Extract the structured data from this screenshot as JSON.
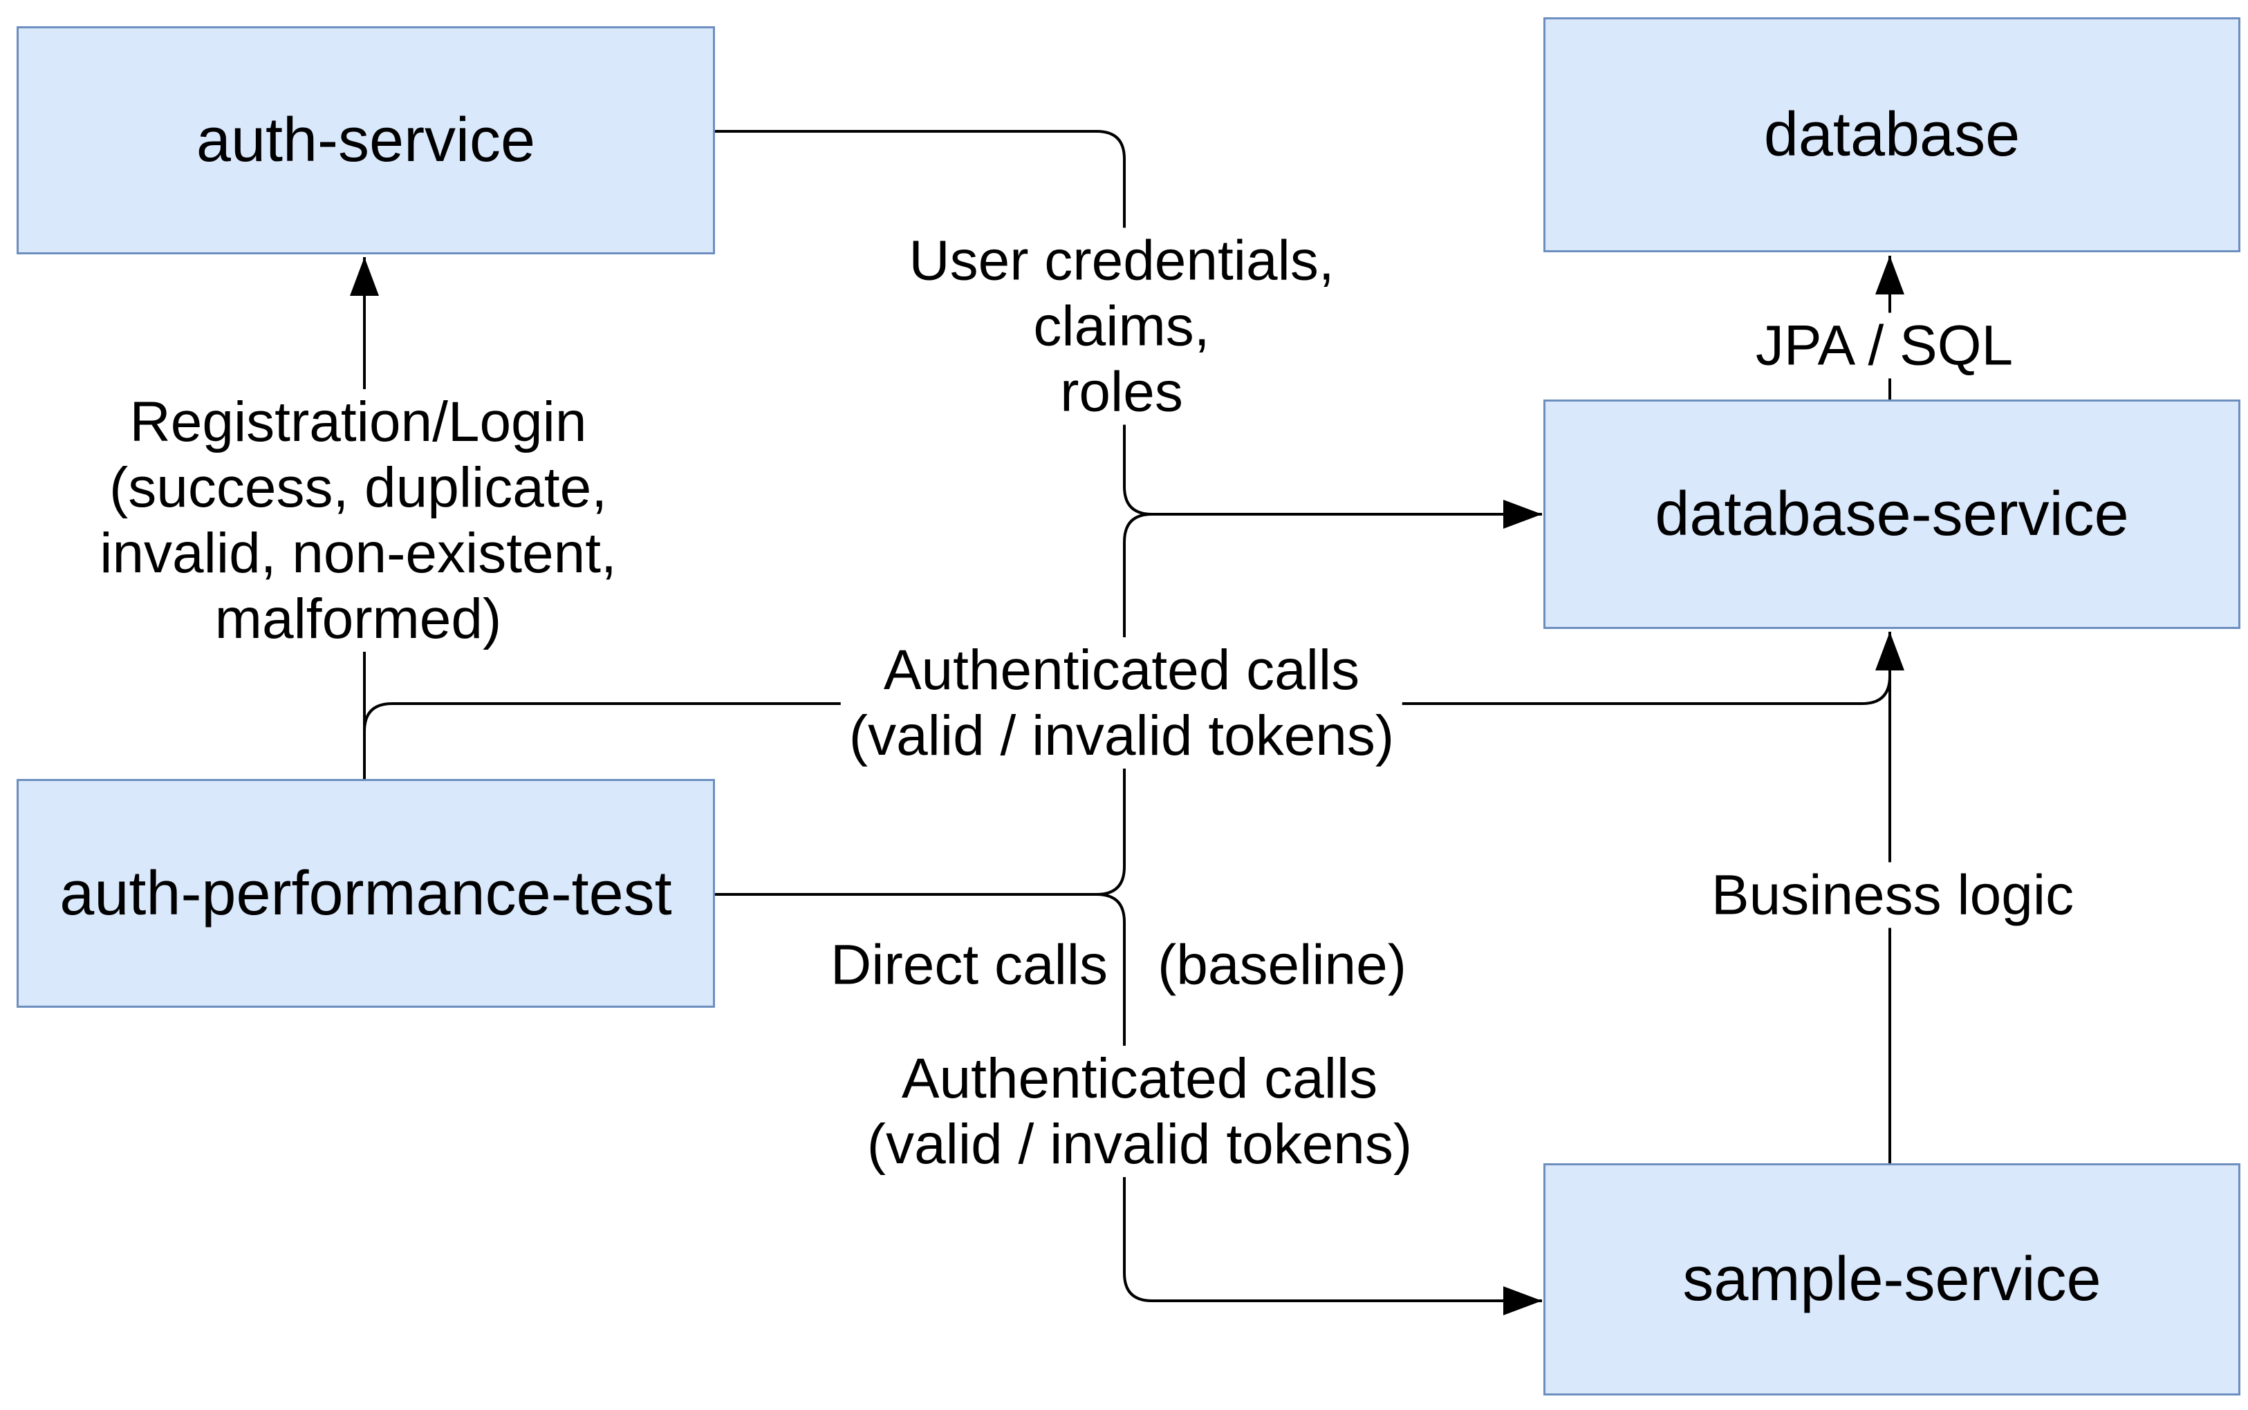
{
  "diagram": {
    "colors": {
      "background": "#ffffff",
      "node_fill": "#dae8fc",
      "node_border": "#6c8ebf",
      "edge_line": "#000000",
      "label_text": "#000000",
      "label_background": "#ffffff"
    },
    "nodes": {
      "auth_service": "auth-service",
      "database": "database",
      "database_service": "database-service",
      "auth_performance_test": "auth-performance-test",
      "sample_service": "sample-service"
    },
    "labels": {
      "registration_login": [
        "Registration/Login",
        "(success, duplicate,",
        "invalid, non-existent,",
        "malformed)"
      ],
      "user_credentials": [
        "User credentials,",
        "claims,",
        "roles"
      ],
      "authenticated_calls_db": [
        "Authenticated calls",
        "(valid / invalid tokens)"
      ],
      "direct_calls": "Direct calls",
      "baseline": "(baseline)",
      "authenticated_calls_sample": [
        "Authenticated calls",
        "(valid / invalid tokens)"
      ],
      "business_logic": "Business logic",
      "jpa_sql": "JPA / SQL"
    },
    "edges": [
      {
        "from": "auth-performance-test",
        "to": "auth-service",
        "label": "Registration/Login (success, duplicate, invalid, non-existent, malformed)"
      },
      {
        "from": "auth-service",
        "to": "database-service",
        "label": "User credentials, claims, roles"
      },
      {
        "from": "auth-performance-test",
        "to": "database-service",
        "label": "Authenticated calls (valid / invalid tokens)"
      },
      {
        "from": "auth-performance-test",
        "to": "database-service",
        "label": "Authenticated calls (valid / invalid tokens)"
      },
      {
        "from": "auth-performance-test",
        "to": "sample-service",
        "label": "Direct calls (baseline)"
      },
      {
        "from": "sample-service",
        "to": "database-service",
        "label": "Business logic"
      },
      {
        "from": "database-service",
        "to": "database",
        "label": "JPA / SQL"
      }
    ]
  }
}
